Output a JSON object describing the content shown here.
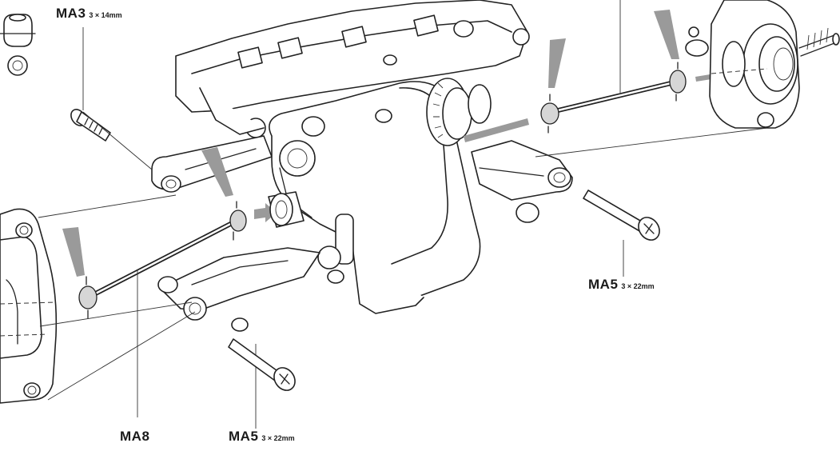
{
  "labels": {
    "ma3": {
      "code": "MA3",
      "size": "3 × 14mm"
    },
    "ma5_right": {
      "code": "MA5",
      "size": "3 × 22mm"
    },
    "ma5_bottom": {
      "code": "MA5",
      "size": "3 × 22mm"
    },
    "ma8": {
      "code": "MA8"
    }
  },
  "colors": {
    "ink": "#222222",
    "grease": "#9a9a9a",
    "paper": "#ffffff"
  }
}
